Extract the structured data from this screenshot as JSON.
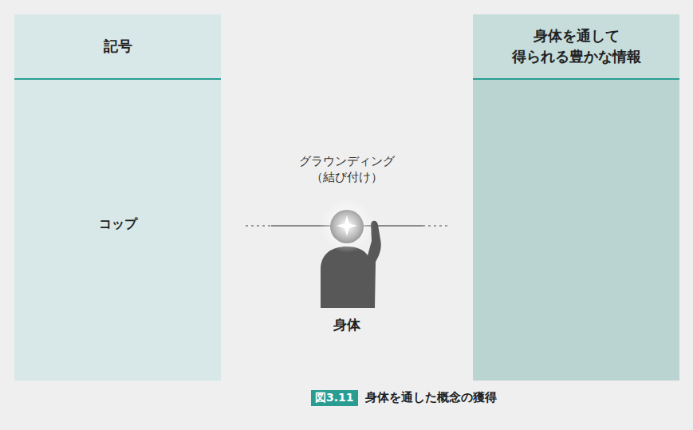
{
  "diagram": {
    "caption": "身体を通した概念の獲得",
    "nodes": [
      {
        "text": [
          "記号",
          "コップ"
        ]
      },
      {
        "text": [
          "身体を通して 得られる豊かな情報"
        ]
      }
    ],
    "labels": [
      "グラウンディング （結び付け）",
      "身体",
      "図3.11"
    ]
  }
}
